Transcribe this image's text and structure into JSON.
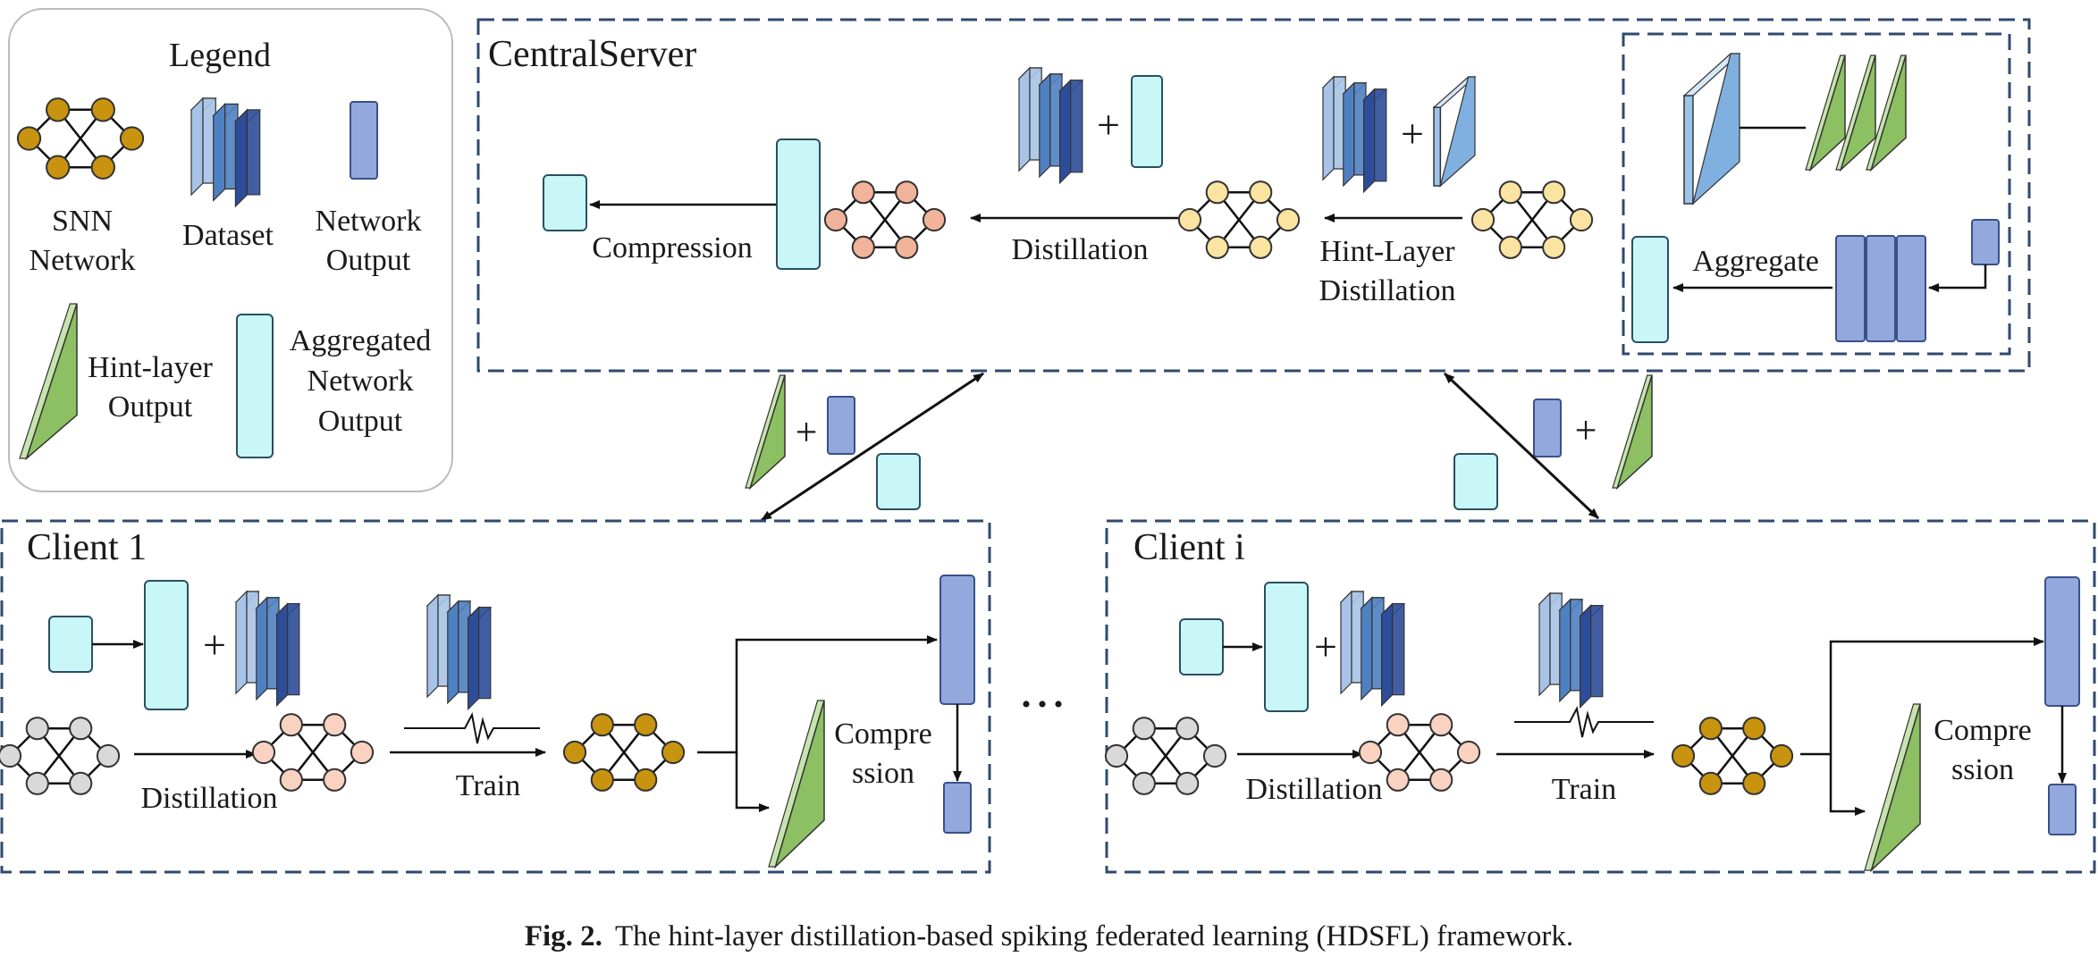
{
  "legend": {
    "title": "Legend",
    "snn_line1": "SNN",
    "snn_line2": "Network",
    "dataset": "Dataset",
    "netout_line1": "Network",
    "netout_line2": "Output",
    "hint_line1": "Hint-layer",
    "hint_line2": "Output",
    "agg_line1": "Aggregated",
    "agg_line2": "Network",
    "agg_line3": "Output"
  },
  "server": {
    "title": "CentralServer",
    "compression": "Compression",
    "distillation": "Distillation",
    "hint_line1": "Hint-Layer",
    "hint_line2": "Distillation",
    "aggregate": "Aggregate",
    "plus": "+"
  },
  "client1": {
    "title": "Client 1",
    "distillation": "Distillation",
    "train": "Train",
    "compress_line1": "Compre",
    "compress_line2": "ssion",
    "plus": "+"
  },
  "clienti": {
    "title": "Client i",
    "distillation": "Distillation",
    "train": "Train",
    "compress_line1": "Compre",
    "compress_line2": "ssion",
    "plus": "+"
  },
  "comm": {
    "plus": "+"
  },
  "ellipsis": "• • •",
  "caption": {
    "label": "Fig. 2.",
    "text": "The hint-layer distillation-based spiking federated learning (HDSFL) framework."
  },
  "colors": {
    "box_dash": "#2f4a6e",
    "cyan": "#c9f7f7",
    "blue_out": "#93a8dc",
    "green": "#8cc063",
    "snn_gold": "#c8930f",
    "snn_salmon": "#f1b49a",
    "snn_salmon_light": "#f9d2c2",
    "snn_yellow": "#fbe3a1",
    "snn_gray": "#d9d9d9",
    "ds1": "#a7c3e7",
    "ds2": "#4f81c2",
    "ds3": "#2e4d99",
    "teacher_blue": "#9ec4ea"
  }
}
